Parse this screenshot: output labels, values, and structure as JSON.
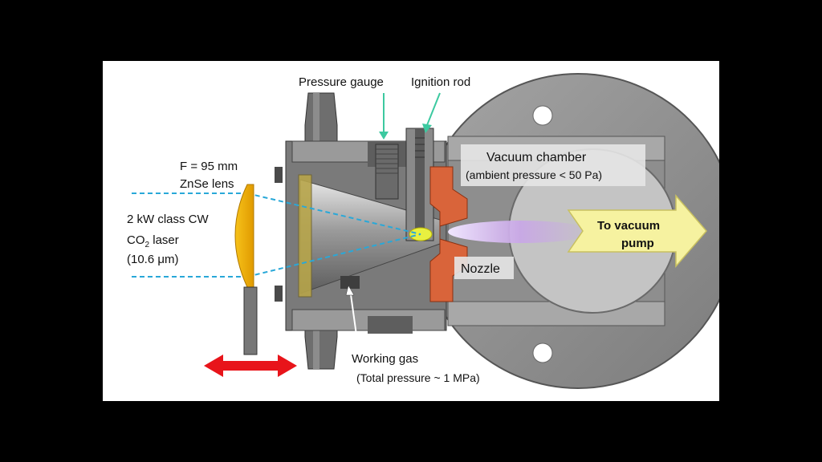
{
  "diagram": {
    "labels": {
      "pressure_gauge": "Pressure gauge",
      "ignition_rod": "Ignition rod",
      "vacuum_chamber": "Vacuum chamber",
      "ambient_pressure": "(ambient pressure < 50 Pa)",
      "focal_length": "F = 95 mm",
      "lens": "ZnSe lens",
      "laser_line1": "2 kW class CW",
      "laser_co": "CO",
      "laser_sub": "2",
      "laser_line2_rest": " laser",
      "wavelength": "(10.6 μm)",
      "to_vacuum_line1": "To vacuum",
      "to_vacuum_line2": "pump",
      "nozzle": "Nozzle",
      "working_gas": "Working gas",
      "total_pressure": "(Total pressure ~ 1 MPa)"
    },
    "colors": {
      "background": "#000000",
      "panel": "#ffffff",
      "metal_dark": "#5a5a5a",
      "metal_light": "#b0b0b0",
      "lens": "#f2b400",
      "nozzle": "#d9643a",
      "beam": "#29a8d8",
      "plasma": "#c9a6e8",
      "arrow_fill": "#f6f2a0",
      "pointer": "#3cc9a0",
      "motion_arrow": "#e8141a"
    }
  }
}
